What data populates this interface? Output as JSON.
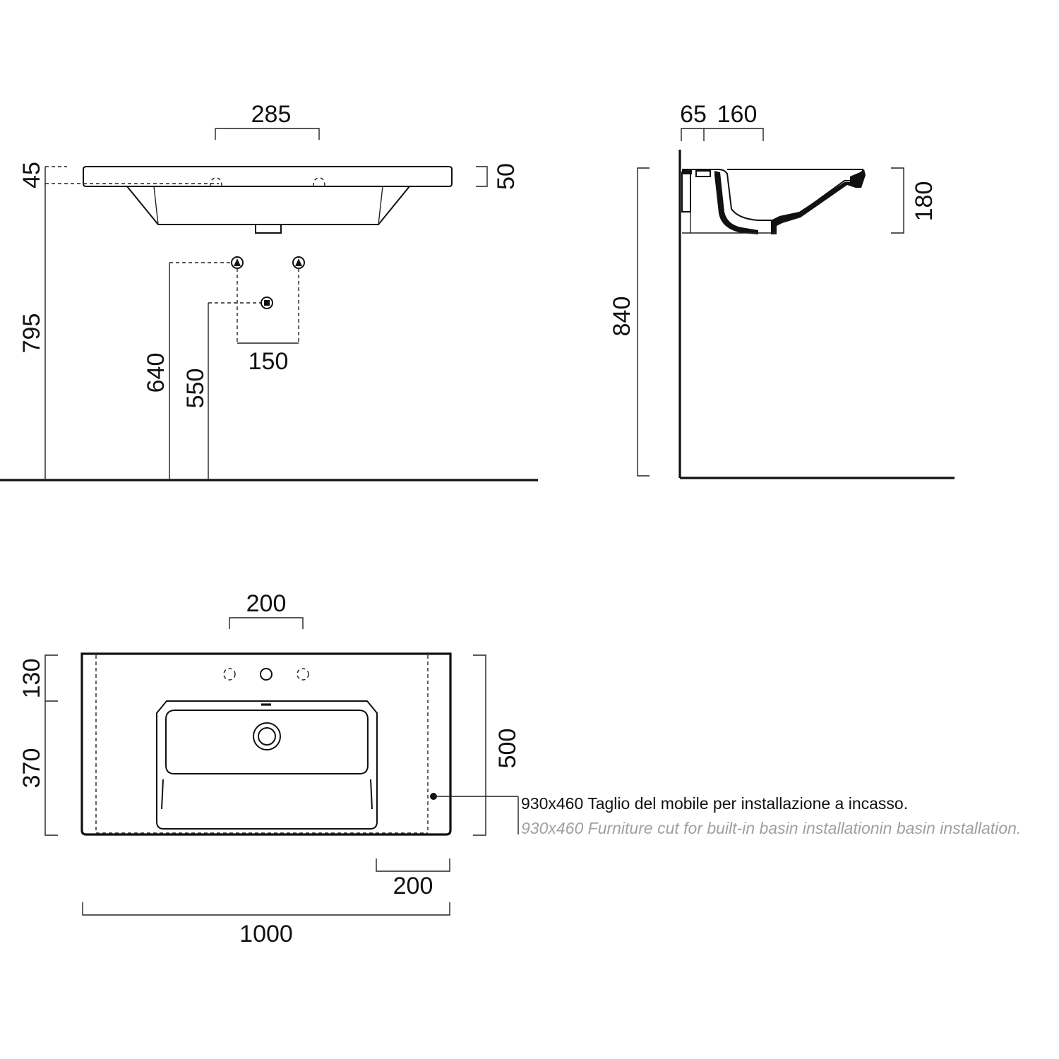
{
  "front_view": {
    "tap_spacing": "285",
    "rim_thickness_left": "45",
    "rim_thickness_right": "50",
    "rim_height": "795",
    "supply_height": "640",
    "waste_height": "550",
    "supply_spacing": "150"
  },
  "side_view": {
    "wall_offset": "65",
    "tap_to_wall": "160",
    "basin_depth": "180",
    "total_height": "840"
  },
  "plan_view": {
    "tap_hole_spacing": "200",
    "rear_rim_depth": "130",
    "bowl_depth": "370",
    "total_depth": "500",
    "side_overhang": "200",
    "total_width": "1000",
    "cutout_note_it": "930x460 Taglio del mobile per installazione a incasso.",
    "cutout_note_en": "930x460 Furniture cut for built-in basin installationin basin installation."
  },
  "colors": {
    "line": "#111111",
    "note_secondary": "#a0a0a0"
  }
}
